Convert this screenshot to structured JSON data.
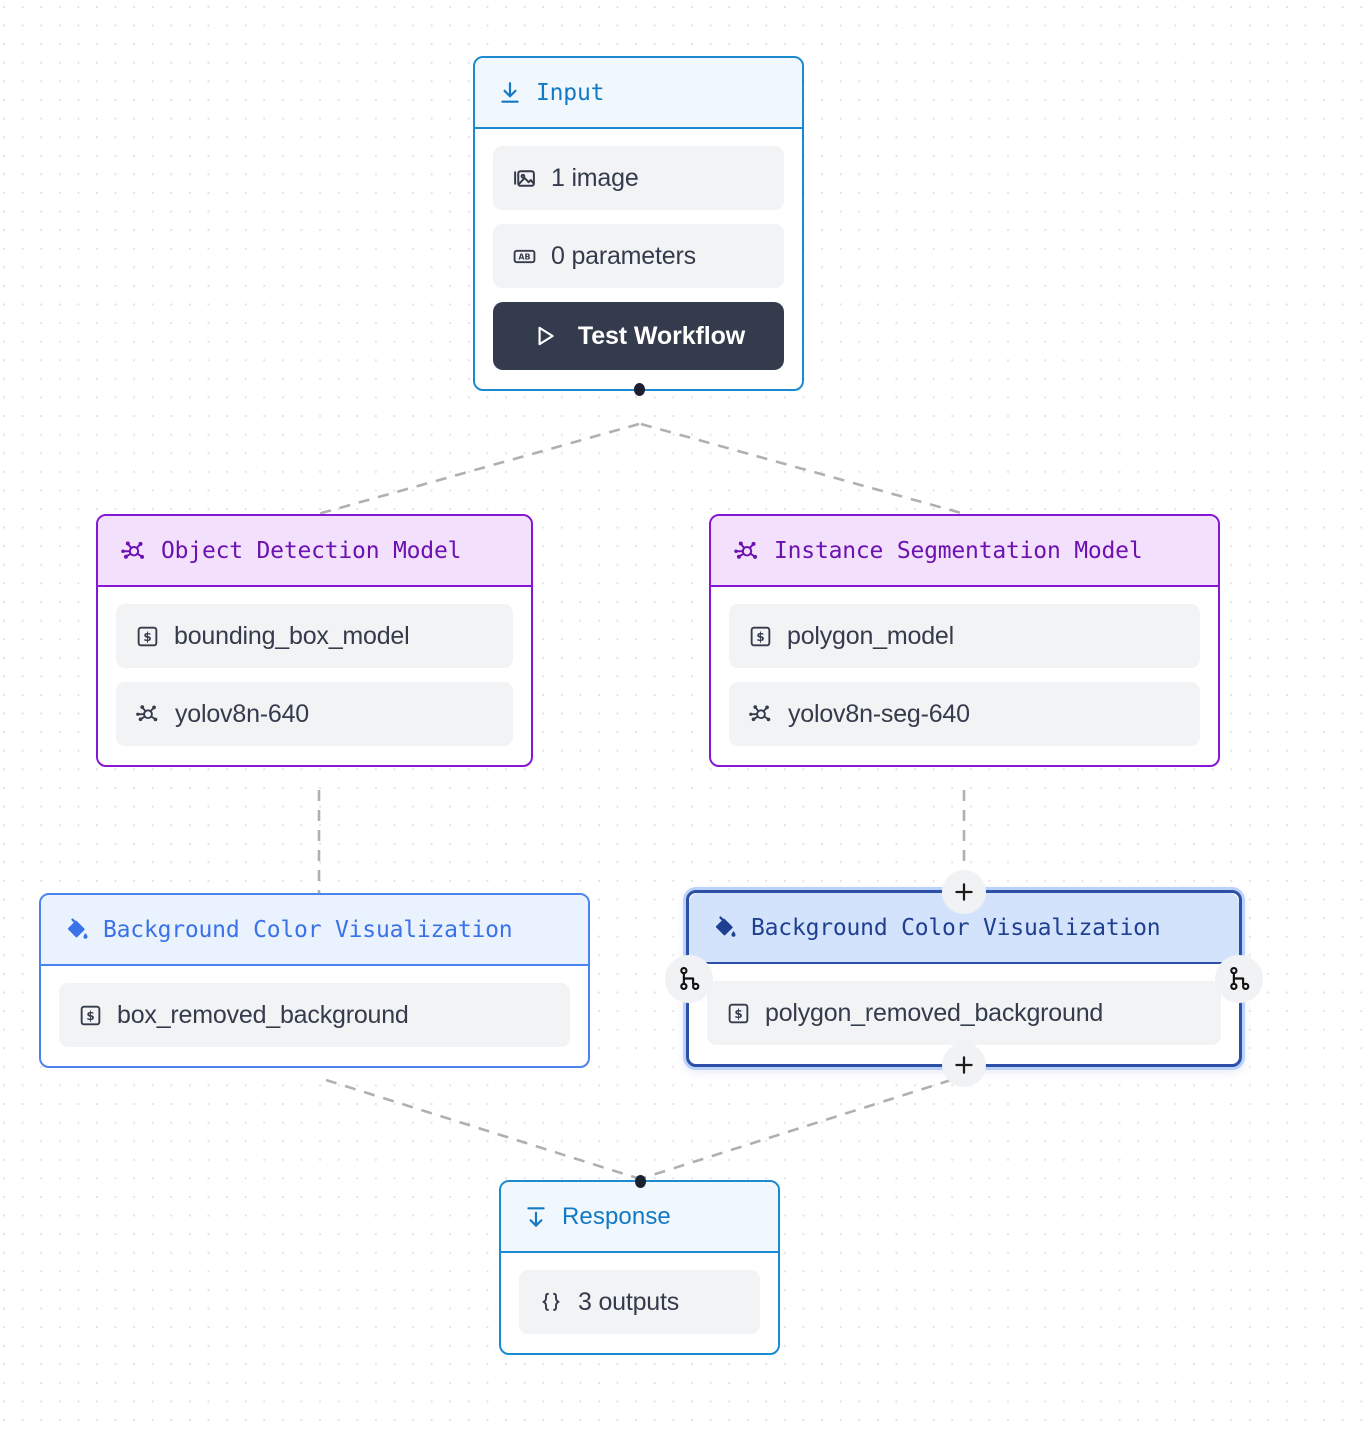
{
  "canvas": {
    "background_color": "#ffffff",
    "dot_color": "#e3e3e6"
  },
  "colors": {
    "io_accent": "#1479c4",
    "io_border": "#1b8ad1",
    "io_header_bg": "#f1f8fd",
    "model_accent": "#6d11b0",
    "model_border": "#8716d6",
    "model_header_bg": "#f2e0fc",
    "viz_accent": "#3a72e8",
    "viz_border": "#4b83f0",
    "viz_header_bg": "#eaf2fe",
    "viz_selected_border": "#2c4fa8",
    "viz_selected_header_bg": "#d3e3fb",
    "row_bg": "#f2f3f5",
    "row_text": "#343b4c",
    "button_bg": "#343b4c",
    "edge_color": "#b0b0b0"
  },
  "nodes": {
    "input": {
      "title": "Input",
      "icon": "download-icon",
      "rows": [
        {
          "icon": "image-icon",
          "label": "1 image"
        },
        {
          "icon": "ab-text-icon",
          "label": "0 parameters"
        }
      ],
      "button": {
        "label": "Test Workflow",
        "icon": "play-icon"
      }
    },
    "object_detection": {
      "title": "Object Detection Model",
      "icon": "model-graph-icon",
      "rows": [
        {
          "icon": "variable-icon",
          "label": "bounding_box_model"
        },
        {
          "icon": "model-graph-icon",
          "label": "yolov8n-640"
        }
      ]
    },
    "instance_segmentation": {
      "title": "Instance Segmentation Model",
      "icon": "model-graph-icon",
      "rows": [
        {
          "icon": "variable-icon",
          "label": "polygon_model"
        },
        {
          "icon": "model-graph-icon",
          "label": "yolov8n-seg-640"
        }
      ]
    },
    "viz_left": {
      "title": "Background Color Visualization",
      "icon": "paint-bucket-icon",
      "selected": false,
      "rows": [
        {
          "icon": "variable-icon",
          "label": "box_removed_background"
        }
      ]
    },
    "viz_right": {
      "title": "Background Color Visualization",
      "icon": "paint-bucket-icon",
      "selected": true,
      "rows": [
        {
          "icon": "variable-icon",
          "label": "polygon_removed_background"
        }
      ],
      "handles": {
        "top_plus": "+",
        "bottom_plus": "+",
        "left_branch": "branch-icon",
        "right_branch": "branch-icon"
      }
    },
    "response": {
      "title": "Response",
      "icon": "arrow-down-from-line-icon",
      "rows": [
        {
          "icon": "braces-icon",
          "label": "3 outputs"
        }
      ]
    }
  }
}
